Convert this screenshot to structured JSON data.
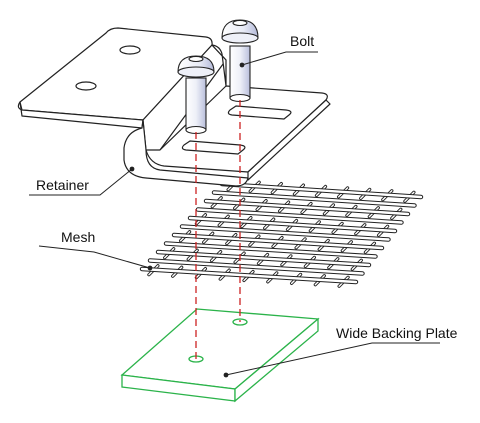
{
  "labels": {
    "bolt": "Bolt",
    "retainer": "Retainer",
    "mesh": "Mesh",
    "wide_backing_plate": "Wide Backing Plate"
  },
  "colors": {
    "outline": "#222222",
    "backing_plate": "#2bb34a",
    "centerline": "#cc2222",
    "bolt_shade": "#d6dbef"
  }
}
